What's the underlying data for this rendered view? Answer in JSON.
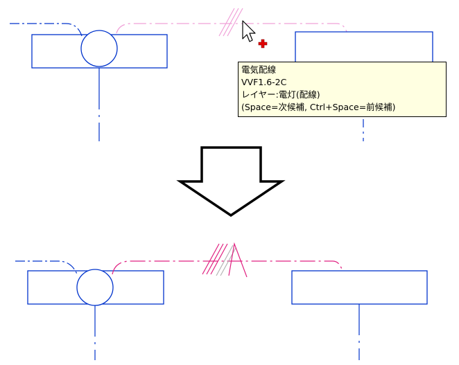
{
  "colors": {
    "wire": "#0033cc",
    "selected_wire": "#e02080",
    "preview_wire": "#f0a0d8",
    "tooltip_bg": "#ffffe1",
    "cursor_plus": "#e00000"
  },
  "tooltip": {
    "title": "電気配線",
    "cable": "VVF1.6-2C",
    "layer": "レイヤー:電灯(配線)",
    "hint": "(Space=次候補, Ctrl+Space=前候補)"
  },
  "icons": {
    "cursor": "arrow-cursor-icon",
    "add": "red-plus-icon",
    "arrow": "down-arrow-icon"
  }
}
